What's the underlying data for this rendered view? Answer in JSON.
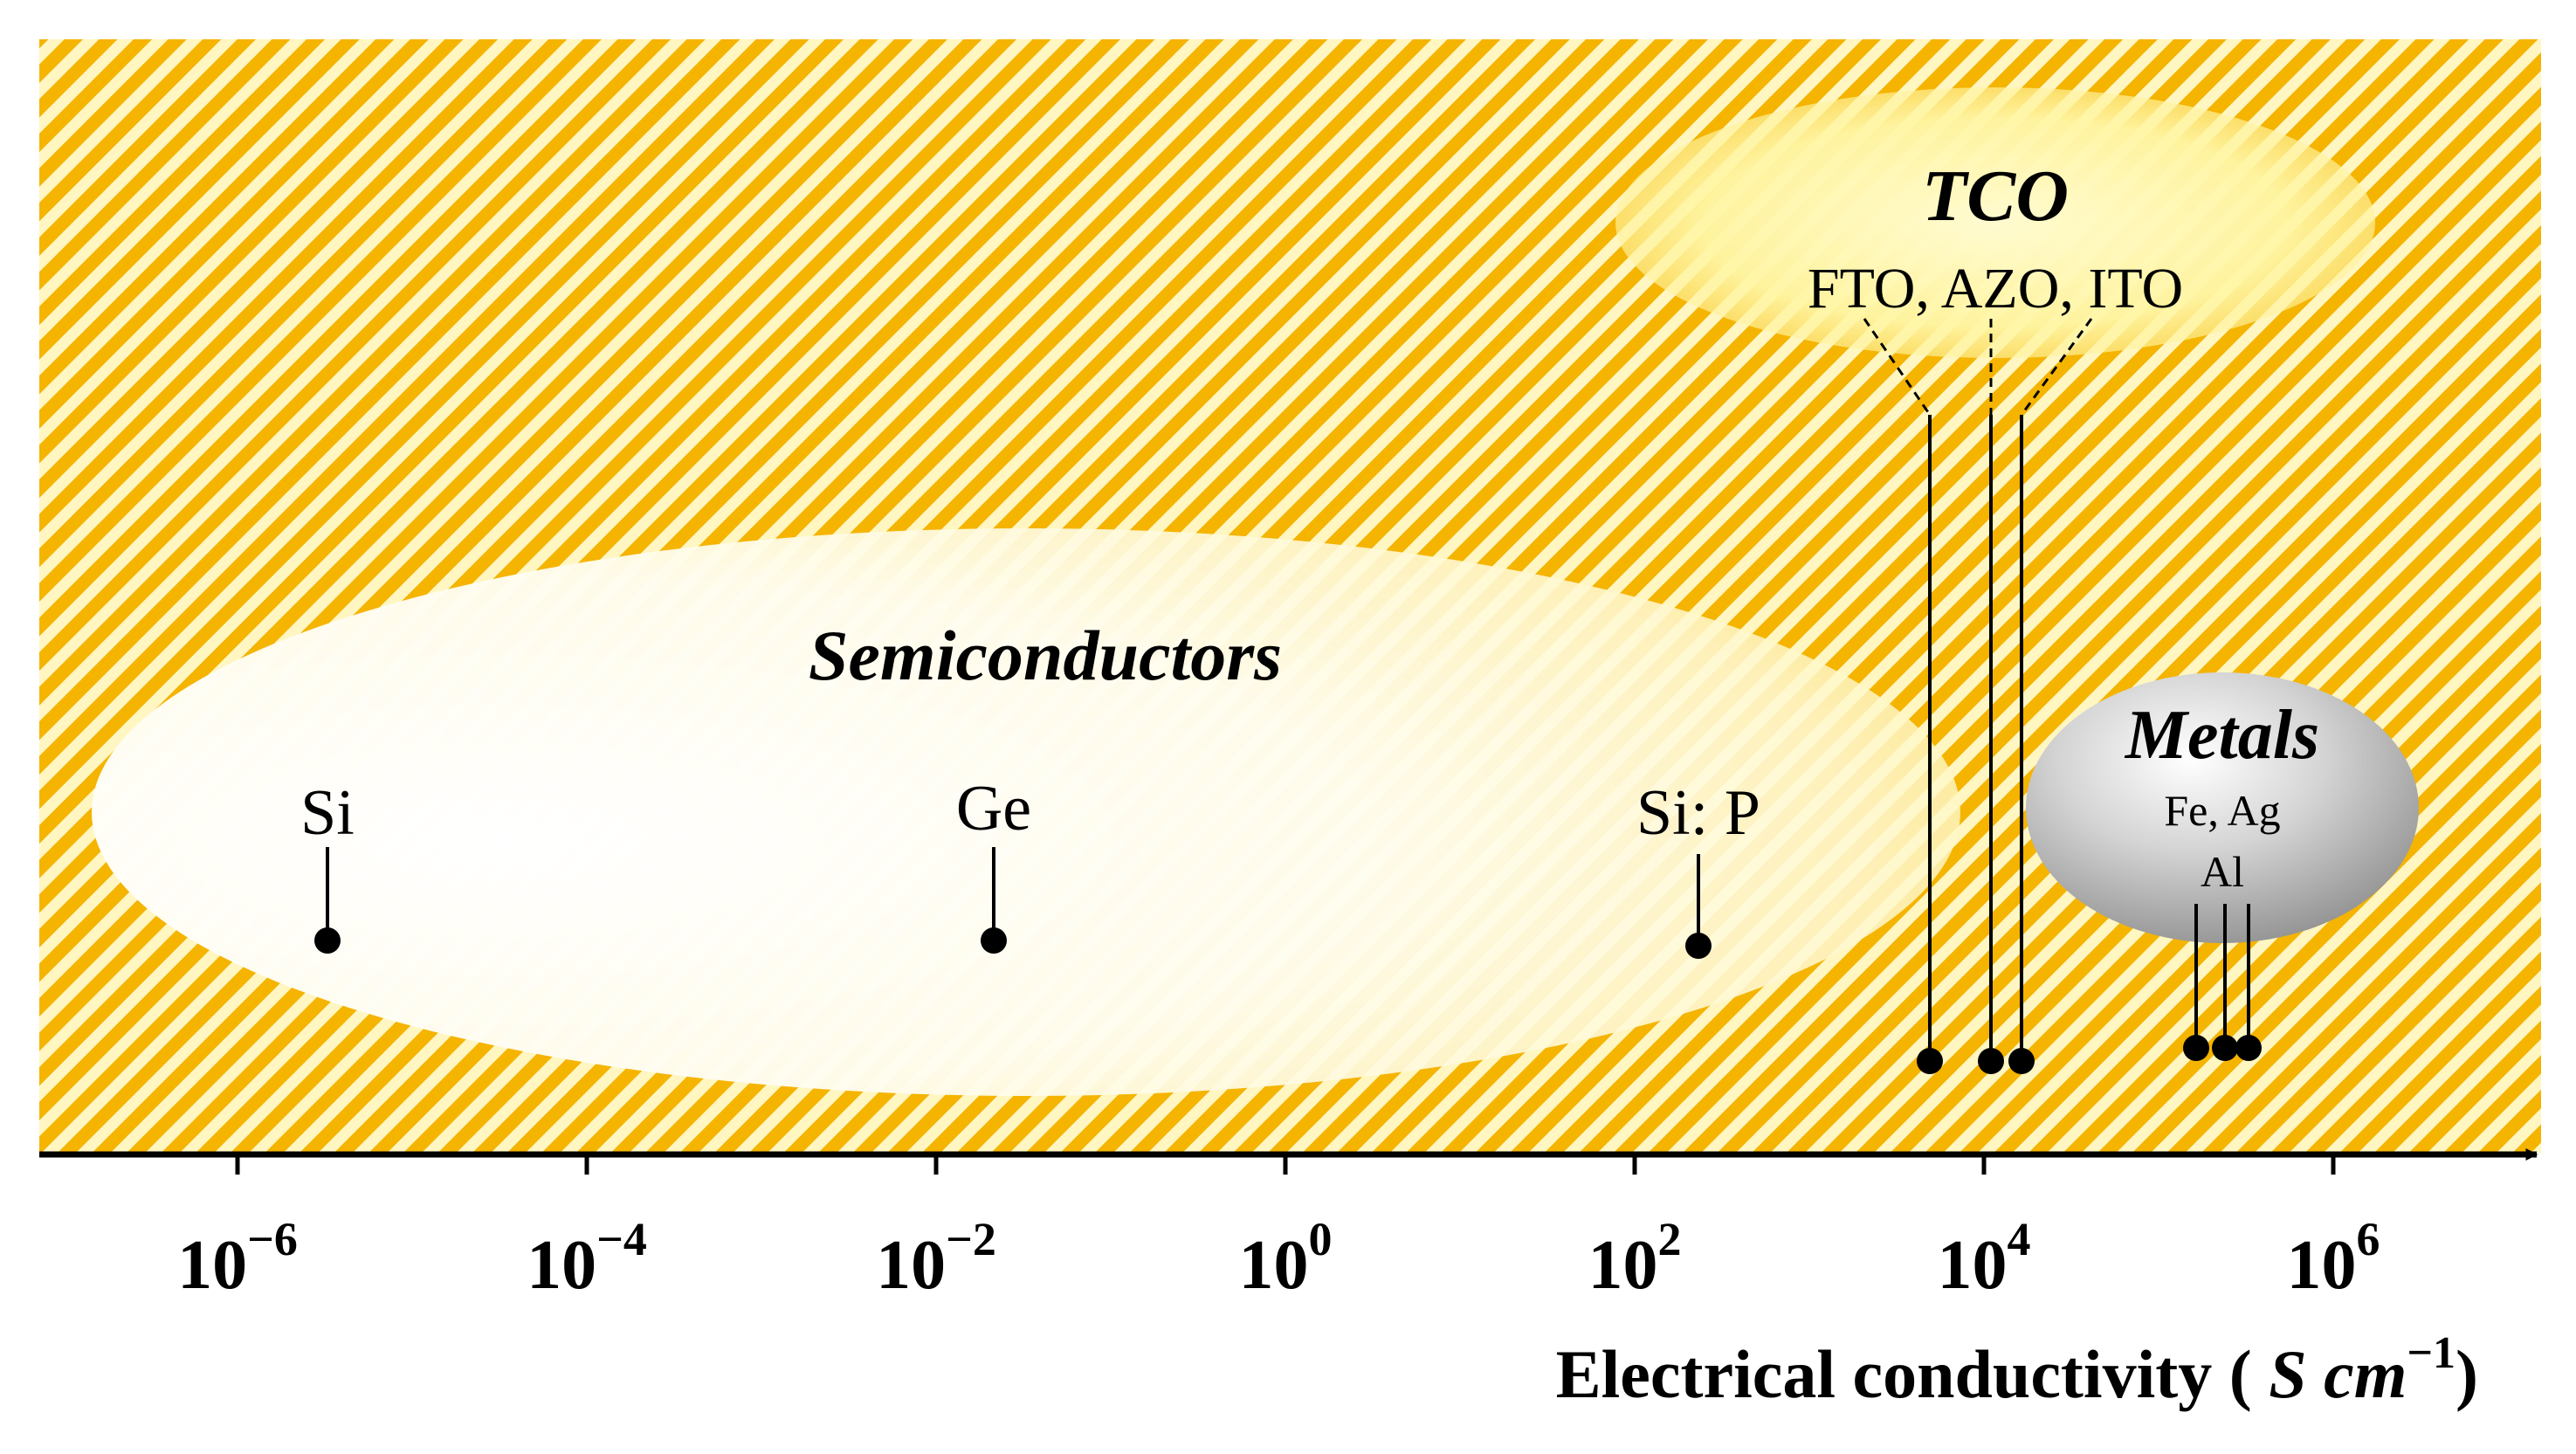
{
  "diagram": {
    "colors": {
      "stripe": "#f5b400",
      "stripe_light": "#fff6c2",
      "background": "#ffffff",
      "metals_fill": "#a9a9a9",
      "ink": "#000000"
    },
    "axis": {
      "label_text": "Electrical conductivity (",
      "label_unit_base": "S cm",
      "label_unit_exp": "−1",
      "label_close": ")",
      "scale": "log",
      "ticks": [
        {
          "base": "10",
          "exp": "−6"
        },
        {
          "base": "10",
          "exp": "−4"
        },
        {
          "base": "10",
          "exp": "−2"
        },
        {
          "base": "10",
          "exp": "0"
        },
        {
          "base": "10",
          "exp": "2"
        },
        {
          "base": "10",
          "exp": "4"
        },
        {
          "base": "10",
          "exp": "6"
        }
      ]
    },
    "regions": {
      "semiconductors": {
        "title": "Semiconductors",
        "items": [
          {
            "label": "Si",
            "log_sigma": -5.5
          },
          {
            "label": "Ge",
            "log_sigma": -1.7
          },
          {
            "label": "Si: P",
            "log_sigma": 2.35
          }
        ]
      },
      "tco": {
        "title": "TCO",
        "members_label": "FTO, AZO, ITO",
        "points_log_sigma": [
          3.7,
          4.0,
          4.15
        ]
      },
      "metals": {
        "title": "Metals",
        "members_line1": "Fe, Ag",
        "members_line2": "Al",
        "points_log_sigma": [
          5.2,
          5.35,
          5.45
        ]
      }
    }
  }
}
